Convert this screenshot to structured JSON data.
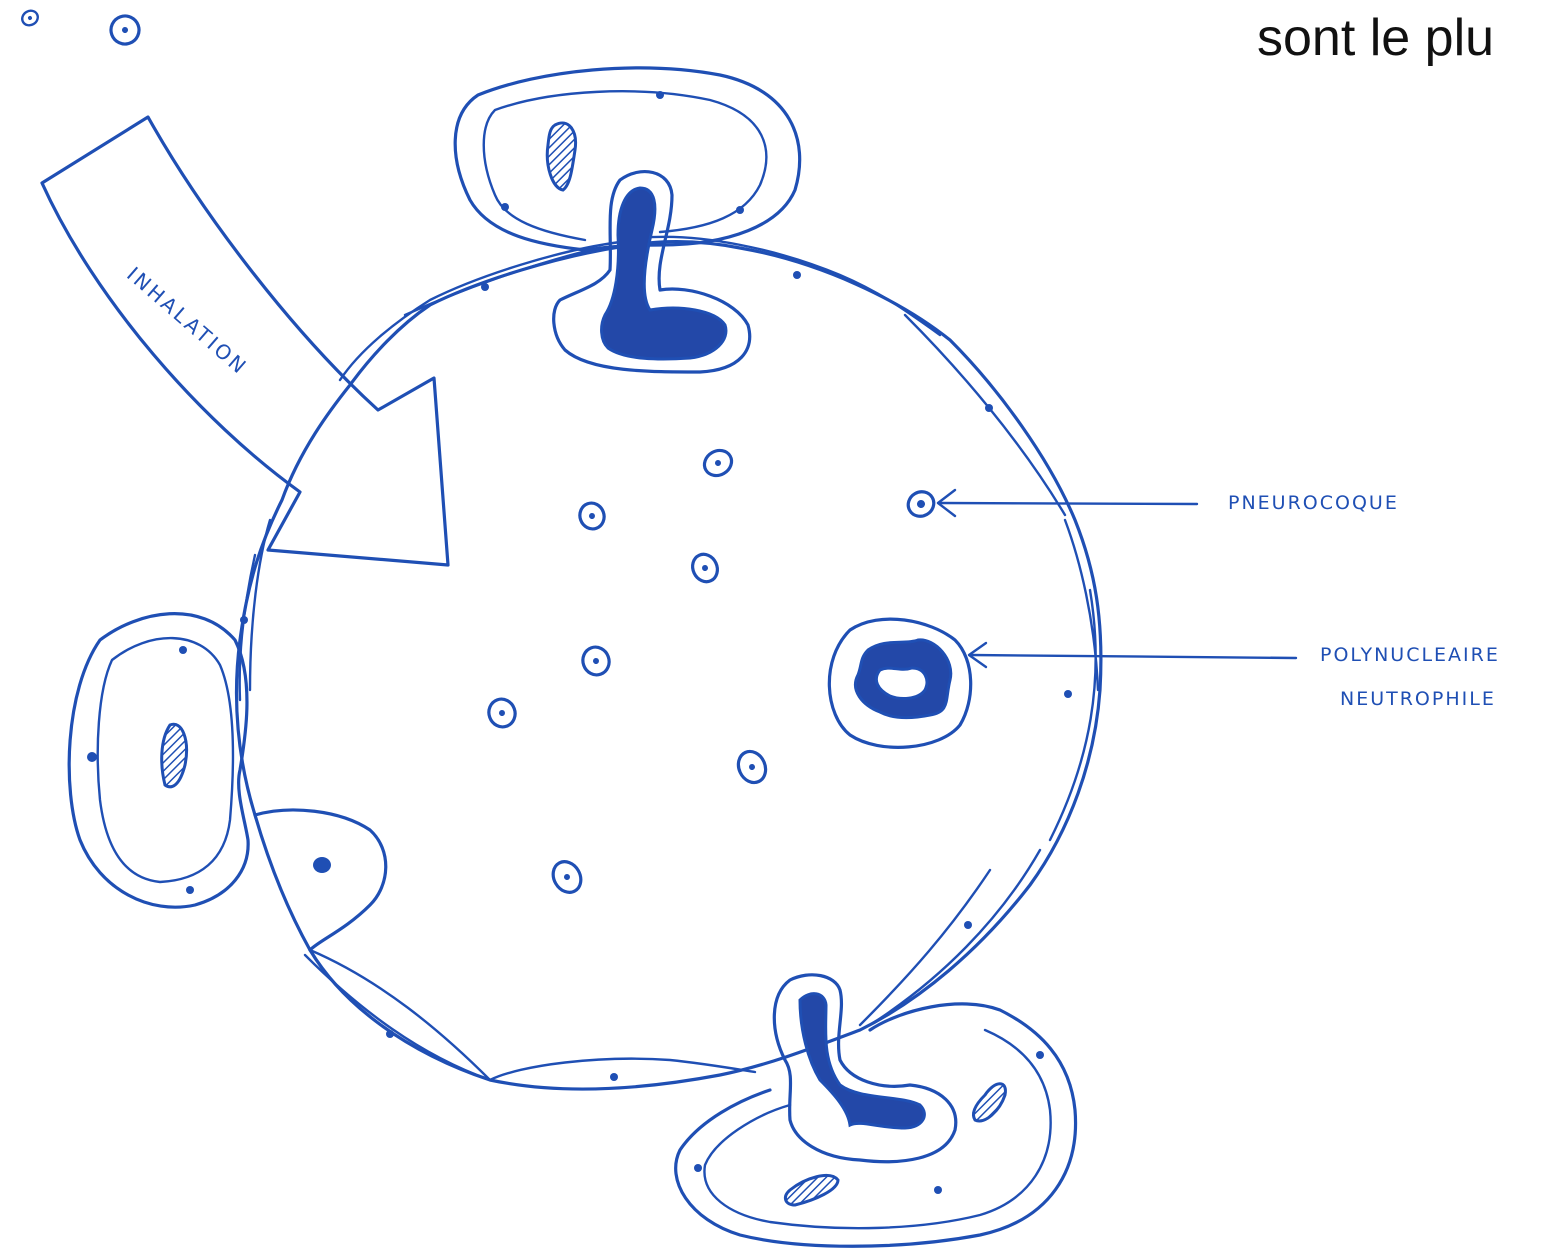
{
  "caption": "sont le plu",
  "arrow_label": "INHALATION",
  "labels": {
    "pneumococcus": "PNEUROCOQUE",
    "neutrophil_line1": "POLYNUCLEAIRE",
    "neutrophil_line2": "NEUTROPHILE"
  },
  "colors": {
    "ink": "#1f4fb4",
    "background": "#ffffff",
    "caption_text": "#111111"
  }
}
